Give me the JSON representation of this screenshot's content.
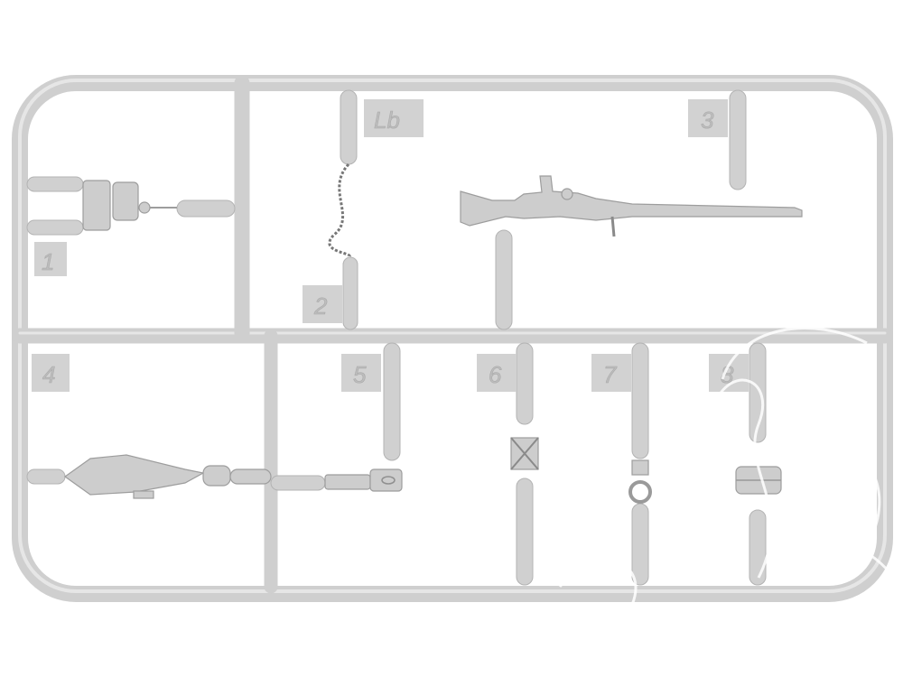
{
  "sprue": {
    "part_numbers": {
      "p1": "1",
      "p2": "2",
      "p3": "3",
      "p4": "4",
      "p5": "5",
      "p6": "6",
      "p7": "7",
      "p8": "8",
      "code": "Lb"
    },
    "colors": {
      "plastic": "#cfcfcf",
      "background": "#ffffff"
    }
  }
}
